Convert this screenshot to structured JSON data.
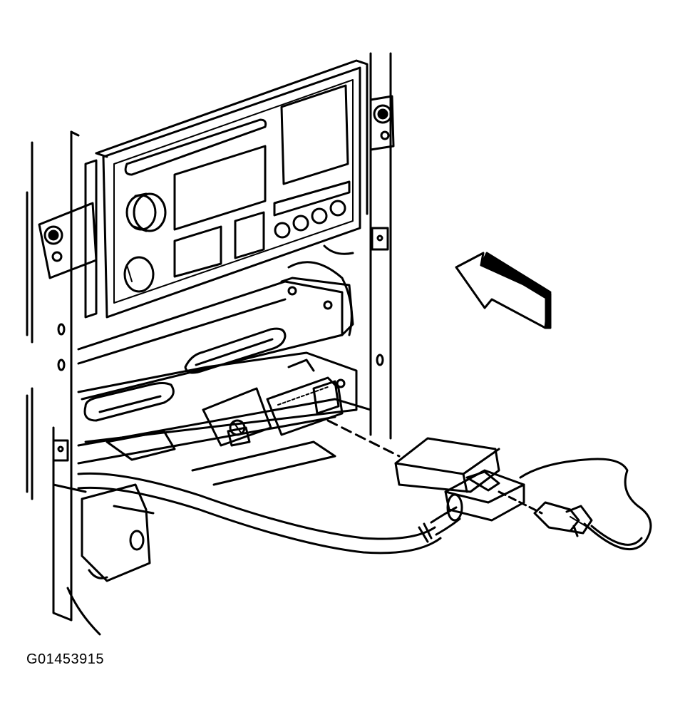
{
  "figure": {
    "figure_id": "G01453915"
  },
  "colors": {
    "ink": "#000000",
    "paper": "#ffffff"
  },
  "parts": [
    "mounting-bracket-panel",
    "radio-head-unit",
    "volume-knob",
    "tuning-knob",
    "radio-display",
    "preset-buttons",
    "cassette-slot",
    "cd-door",
    "mounting-screw-left",
    "mounting-screw-right",
    "lower-support-bracket",
    "hold-down-nut",
    "radio-harness-connector",
    "wiring-harness-cable",
    "electrical-connector-plug",
    "antenna-lead-plug",
    "direction-arrow"
  ]
}
